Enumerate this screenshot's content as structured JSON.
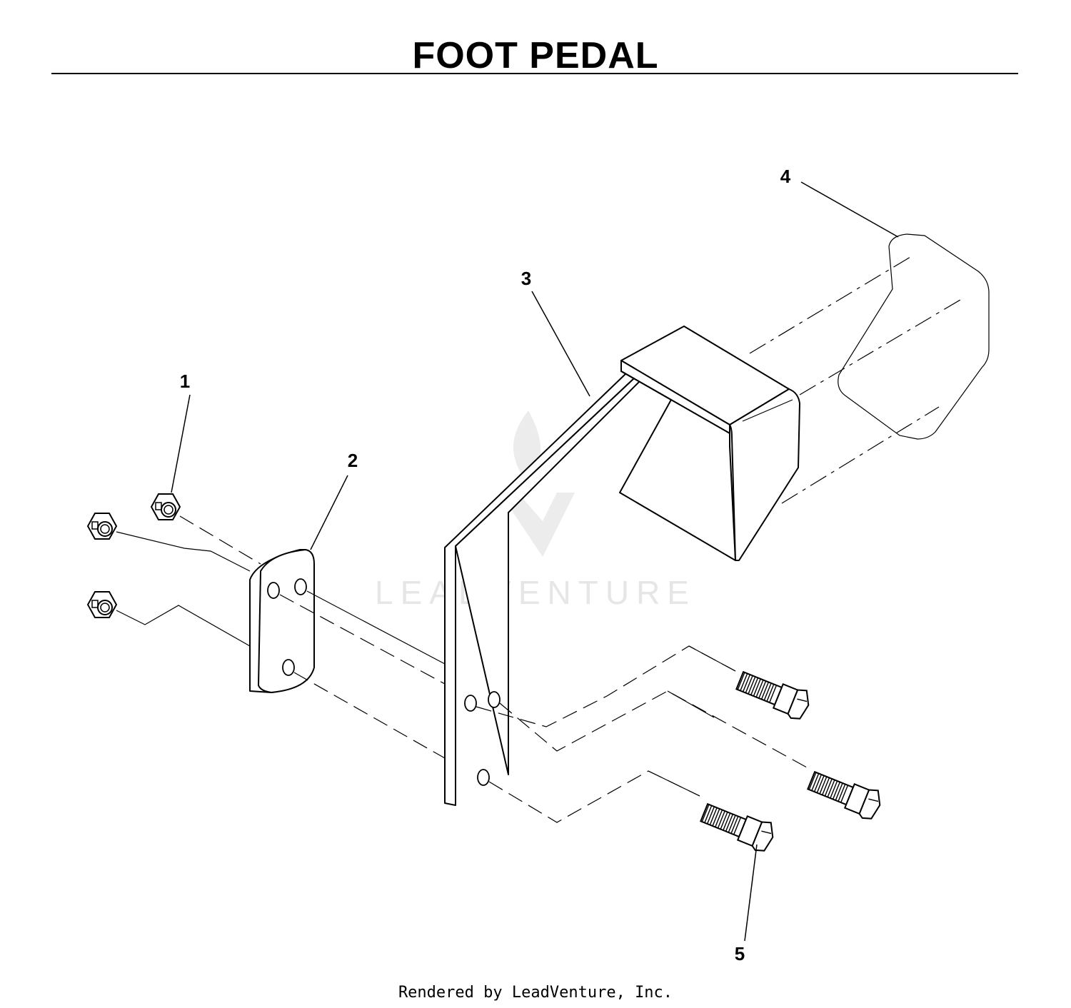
{
  "title": "FOOT PEDAL",
  "watermark": "LEADVENTURE",
  "footer": "Rendered by LeadVenture, Inc.",
  "callouts": [
    "1",
    "2",
    "3",
    "4",
    "5"
  ],
  "colors": {
    "line": "#000000",
    "watermark": "#e6e6e6",
    "background": "#ffffff"
  }
}
